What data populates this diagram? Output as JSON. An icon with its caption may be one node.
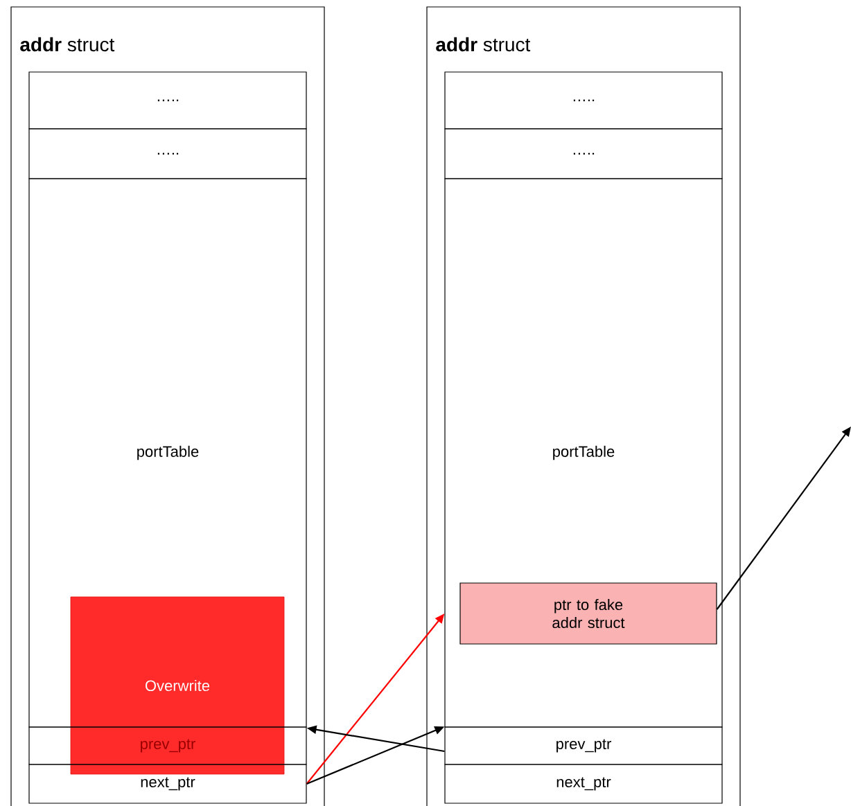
{
  "diagram": {
    "nodes": [
      {
        "text": [
          "**addr** struct"
        ]
      },
      {
        "text": [
          "….."
        ],
        "in": 0
      },
      {
        "text": [
          "….."
        ],
        "in": 0
      },
      {
        "text": [
          "portTable"
        ],
        "in": 0
      },
      {
        "text": [
          "prev_ptr"
        ],
        "in": 0
      },
      {
        "text": [
          "next_ptr"
        ],
        "in": 0
      },
      {
        "text": [
          "Overwrite"
        ],
        "in": 0
      },
      {
        "text": [
          "**addr** struct"
        ]
      },
      {
        "text": [
          "….."
        ],
        "in": 7
      },
      {
        "text": [
          "….."
        ],
        "in": 7
      },
      {
        "text": [
          "portTable"
        ],
        "in": 7
      },
      {
        "text": [
          "ptr to fake addr struct"
        ],
        "in": 10
      },
      {
        "text": [
          "prev_ptr"
        ],
        "in": 7
      },
      {
        "text": [
          "next_ptr"
        ],
        "in": 7
      }
    ],
    "edges": [
      {
        "from": 5,
        "to": 10,
        "arrow": "to",
        "color": "#ff0000"
      },
      {
        "from": 12,
        "to": 4,
        "arrow": "to"
      },
      {
        "from": 5,
        "to": 12,
        "arrow": "to"
      },
      {
        "from": 11,
        "to": null,
        "arrow": "to"
      }
    ]
  }
}
